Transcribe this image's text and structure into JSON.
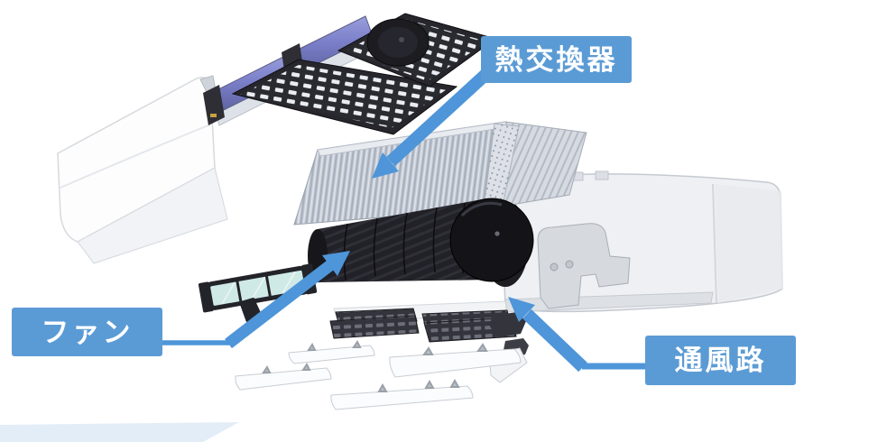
{
  "theme": {
    "canvas-bg": "#ffffff",
    "label-bg": "#5B9BD5",
    "label-text": "#ffffff",
    "arrow-color": "#4E95D9"
  },
  "diagram": {
    "labels": {
      "heat_exchanger": "熱交換器",
      "fan": "ファン",
      "air_passage": "通風路"
    }
  }
}
